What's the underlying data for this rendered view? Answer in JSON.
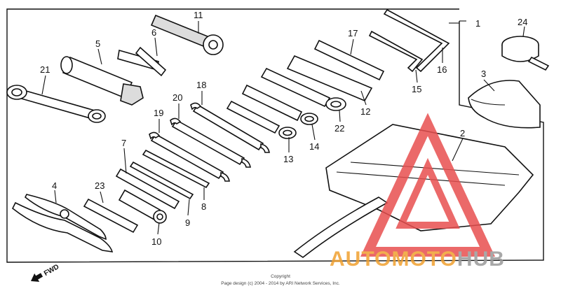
{
  "callouts": {
    "c1": "1",
    "c2": "2",
    "c3": "3",
    "c4": "4",
    "c5": "5",
    "c6": "6",
    "c7": "7",
    "c8": "8",
    "c9": "9",
    "c10": "10",
    "c11": "11",
    "c12": "12",
    "c13": "13",
    "c14": "14",
    "c15": "15",
    "c16": "16",
    "c17": "17",
    "c18": "18",
    "c19": "19",
    "c20": "20",
    "c21": "21",
    "c22": "22",
    "c23": "23",
    "c24": "24"
  },
  "fwd_label": "FWD",
  "copyright": {
    "line1": "Copyright",
    "line2": "Page design (c) 2004 - 2014 by ARI Network Services, Inc."
  },
  "watermark": {
    "part1": "AUTOMOTO",
    "part2": "HUB",
    "color_primary": "#f0a030",
    "color_secondary": "#9a9a9a",
    "triangle_color": "#e85050"
  }
}
